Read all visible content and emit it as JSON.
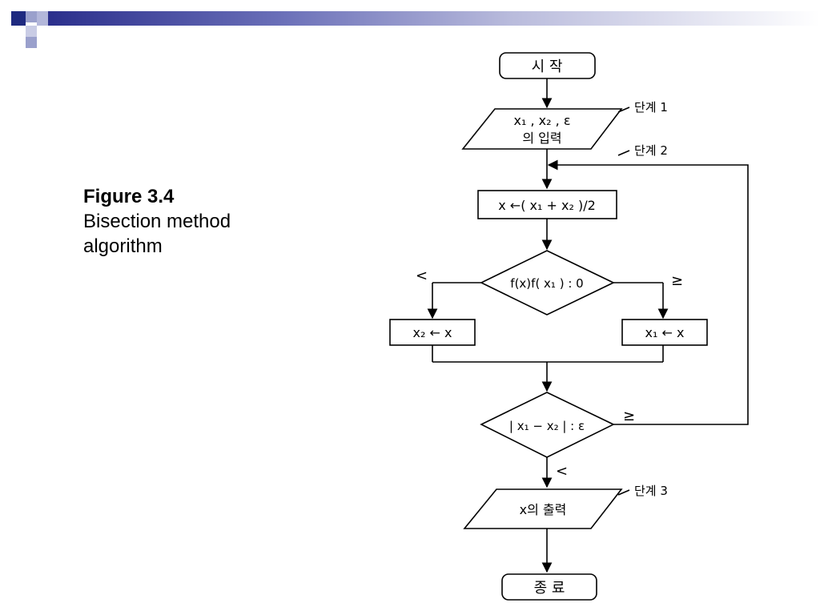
{
  "caption": {
    "figure_number": "Figure 3.4",
    "description_line1": "Bisection method",
    "description_line2": "algorithm"
  },
  "flowchart": {
    "start_label": "시 작",
    "input_line1": "x₁ , x₂ , ε",
    "input_line2": "의 입력",
    "step1": "단계 1",
    "step2": "단계 2",
    "step3": "단계 3",
    "midpoint": "x ←( x₁ + x₂ )/2",
    "decision1": "f(x)f( x₁ ) : 0",
    "branch_less": "<",
    "branch_geq": "≥",
    "assign_left": "x₂ ← x",
    "assign_right": "x₁ ← x",
    "decision2": "| x₁ − x₂ | : ε",
    "branch2_geq": "≥",
    "branch2_less": "<",
    "output": "x의 출력",
    "end_label": "종 료"
  },
  "colors": {
    "accent_dark": "#1f2a80",
    "accent_light": "#9aa0cc",
    "bar_start": "#2b2f8c"
  }
}
